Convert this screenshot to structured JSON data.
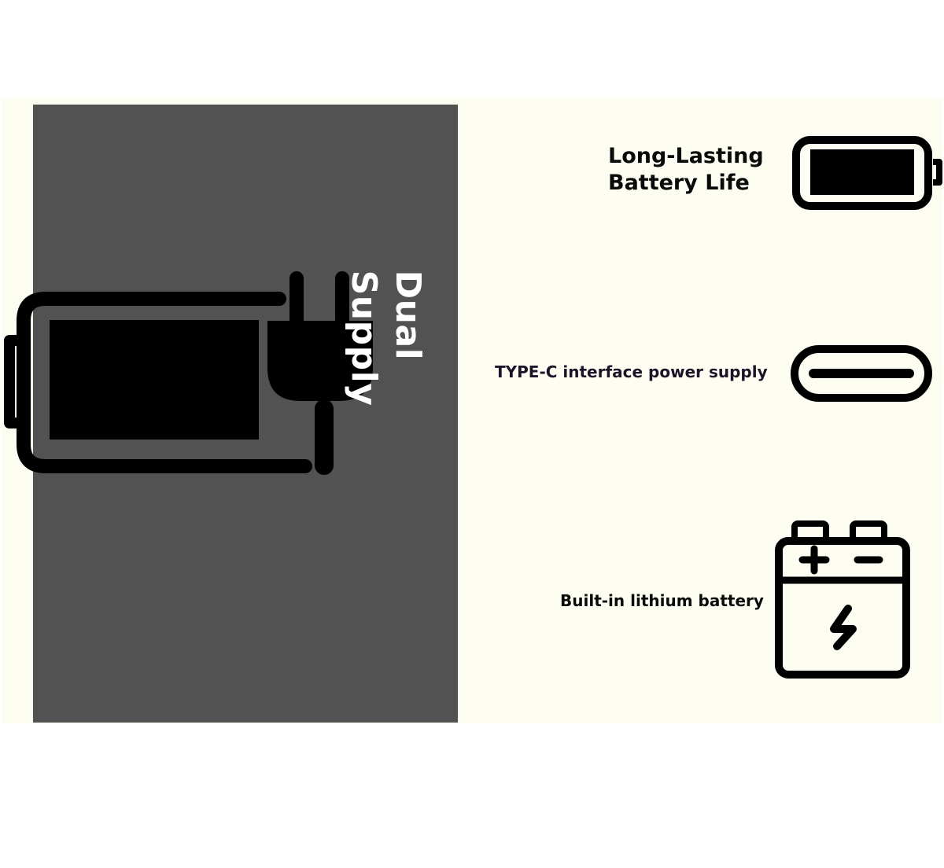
{
  "hero": {
    "title": "Dual\nSupply",
    "icon": "battery-plug-icon"
  },
  "features": [
    {
      "label": "Long-Lasting\nBattery Life",
      "icon": "battery-icon"
    },
    {
      "label": "TYPE-C interface power supply",
      "icon": "usb-c-port-icon"
    },
    {
      "label": "Built-in lithium battery",
      "icon": "lithium-battery-icon"
    }
  ],
  "colors": {
    "background": "#fdfdf1",
    "panel": "#525252",
    "icon": "#000000",
    "hero_text": "#ffffff",
    "label_text": "#0a0a0a"
  }
}
